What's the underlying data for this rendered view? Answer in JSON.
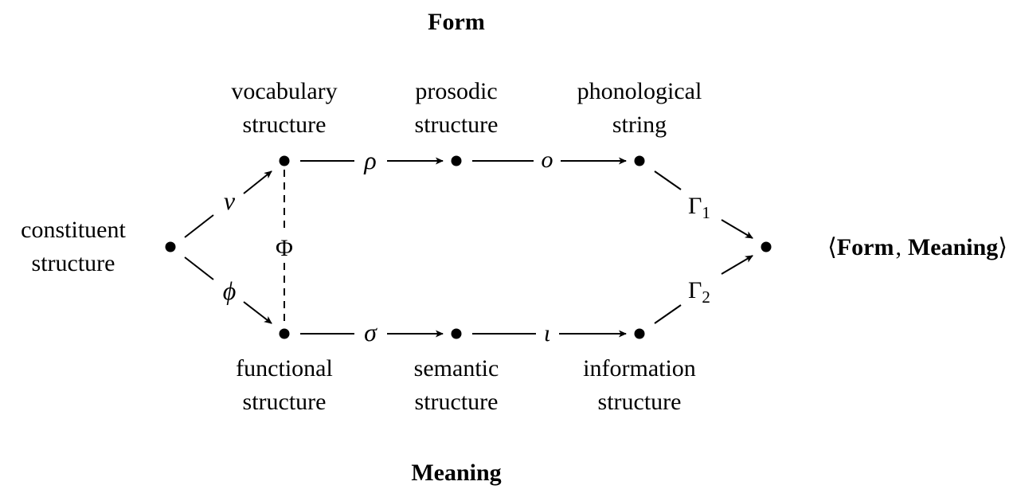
{
  "headings": {
    "form": "Form",
    "meaning": "Meaning"
  },
  "nodes": {
    "constituent": {
      "line1": "constituent",
      "line2": "structure"
    },
    "vocabulary": {
      "line1": "vocabulary",
      "line2": "structure"
    },
    "prosodic": {
      "line1": "prosodic",
      "line2": "structure"
    },
    "phonological": {
      "line1": "phonological",
      "line2": "string"
    },
    "functional": {
      "line1": "functional",
      "line2": "structure"
    },
    "semantic": {
      "line1": "semantic",
      "line2": "structure"
    },
    "information": {
      "line1": "information",
      "line2": "structure"
    },
    "target": {
      "open": "⟨",
      "form": "Form",
      "comma": ",",
      "meaning": "Meaning",
      "close": "⟩"
    }
  },
  "mappings": {
    "nu": "ν",
    "phi": "ϕ",
    "Phi": "Φ",
    "rho": "ρ",
    "o": "o",
    "sigma": "σ",
    "iota": "ι",
    "gamma1": "Γ",
    "gamma1_sub": "1",
    "gamma2": "Γ",
    "gamma2_sub": "2"
  },
  "colors": {
    "ink": "#000000",
    "background": "#ffffff"
  }
}
